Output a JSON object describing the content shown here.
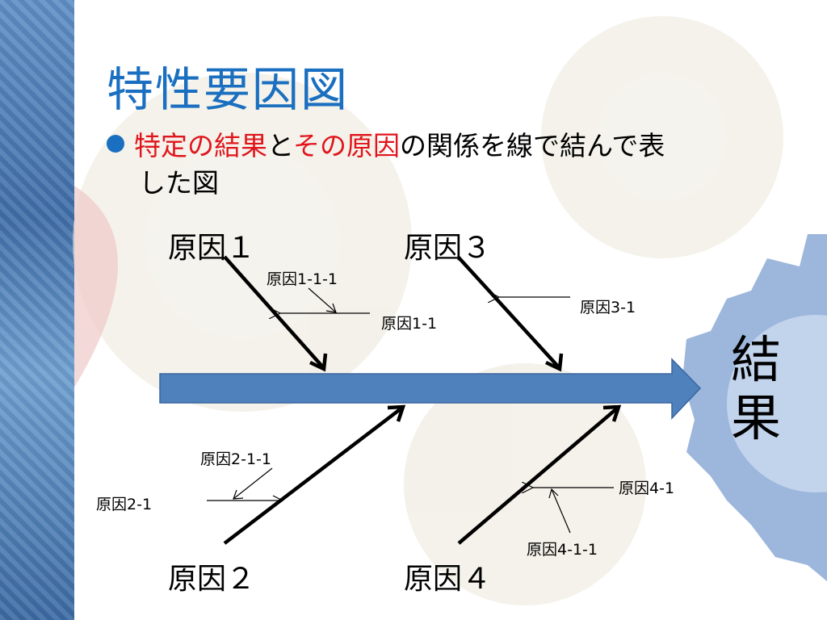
{
  "slide": {
    "title": "特性要因図",
    "bullet": {
      "part1": "特定の結果",
      "part2": "と",
      "part3": "その原因",
      "part4": "の関係を線で結んで表",
      "line2": "した図"
    }
  },
  "diagram": {
    "result_label": "結果",
    "main_causes": {
      "cause1": "原因１",
      "cause2": "原因２",
      "cause3": "原因３",
      "cause4": "原因４"
    },
    "sub_causes": {
      "c1_1": "原因1-1",
      "c1_1_1": "原因1-1-1",
      "c2_1": "原因2-1",
      "c2_1_1": "原因2-1-1",
      "c3_1": "原因3-1",
      "c4_1": "原因4-1",
      "c4_1_1": "原因4-1-1"
    },
    "colors": {
      "main_arrow": "#4f81bd",
      "title": "#1a6fc0",
      "highlight": "#e1141b"
    }
  }
}
